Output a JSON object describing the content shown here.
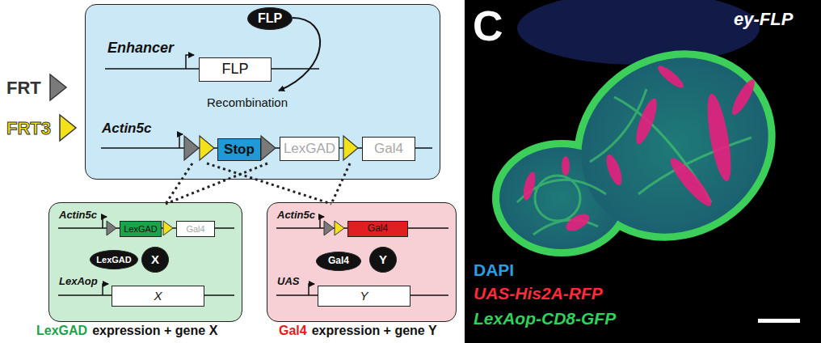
{
  "diagram": {
    "nodes": [
      {
        "text": [
          "Enhancer",
          "Recombination",
          "Actin5c"
        ]
      },
      {
        "text": [
          "FLP"
        ],
        "in": 0
      },
      {
        "text": [
          "FLP"
        ],
        "in": 0
      },
      {
        "text": [
          "Stop"
        ],
        "in": 0
      },
      {
        "text": [
          "LexGAD"
        ],
        "in": 0
      },
      {
        "text": [
          "Gal4"
        ],
        "in": 0
      },
      {
        "text": [
          "Actin5c",
          "LexAop"
        ]
      },
      {
        "text": [
          "LexGAD"
        ],
        "in": 6
      },
      {
        "text": [
          "Gal4"
        ],
        "in": 6
      },
      {
        "text": [
          "LexGAD"
        ],
        "in": 6
      },
      {
        "text": [
          "X"
        ],
        "in": 6
      },
      {
        "text": [
          "X"
        ],
        "in": 6
      },
      {
        "text": [
          "Actin5c",
          "UAS"
        ]
      },
      {
        "text": [
          "Gal4"
        ],
        "in": 12
      },
      {
        "text": [
          "Gal4"
        ],
        "in": 12
      },
      {
        "text": [
          "Y"
        ],
        "in": 12
      },
      {
        "text": [
          "Y"
        ],
        "in": 12
      }
    ],
    "labels": [
      "LexGAD",
      "expression + gene X",
      "Gal4",
      "expression + gene Y",
      "C",
      "ey-FLP",
      "DAPI",
      "UAS-His2A-RFP",
      "LexAop-CD8-GFP"
    ],
    "legend": [
      {
        "text": "FRT"
      },
      {
        "text": "FRT3"
      }
    ]
  }
}
